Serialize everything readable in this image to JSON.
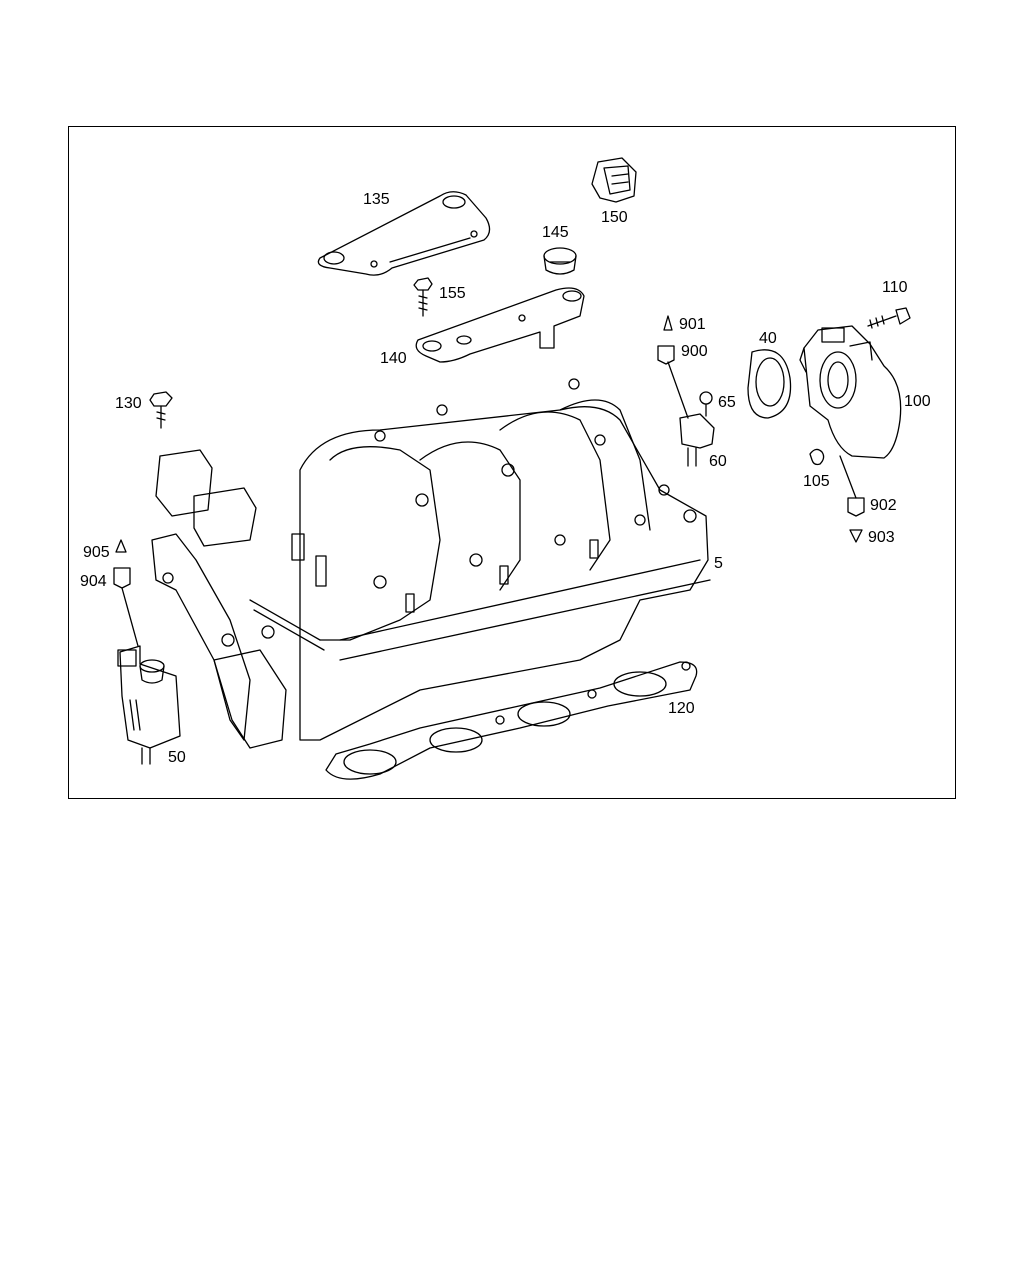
{
  "diagram": {
    "callouts": {
      "c135": "135",
      "c150": "150",
      "c145": "145",
      "c155": "155",
      "c140": "140",
      "c110": "110",
      "c901": "901",
      "c900": "900",
      "c40": "40",
      "c130": "130",
      "c65": "65",
      "c100": "100",
      "c60": "60",
      "c105": "105",
      "c902": "902",
      "c903": "903",
      "c905": "905",
      "c5": "5",
      "c904": "904",
      "c120": "120",
      "c50": "50"
    }
  }
}
